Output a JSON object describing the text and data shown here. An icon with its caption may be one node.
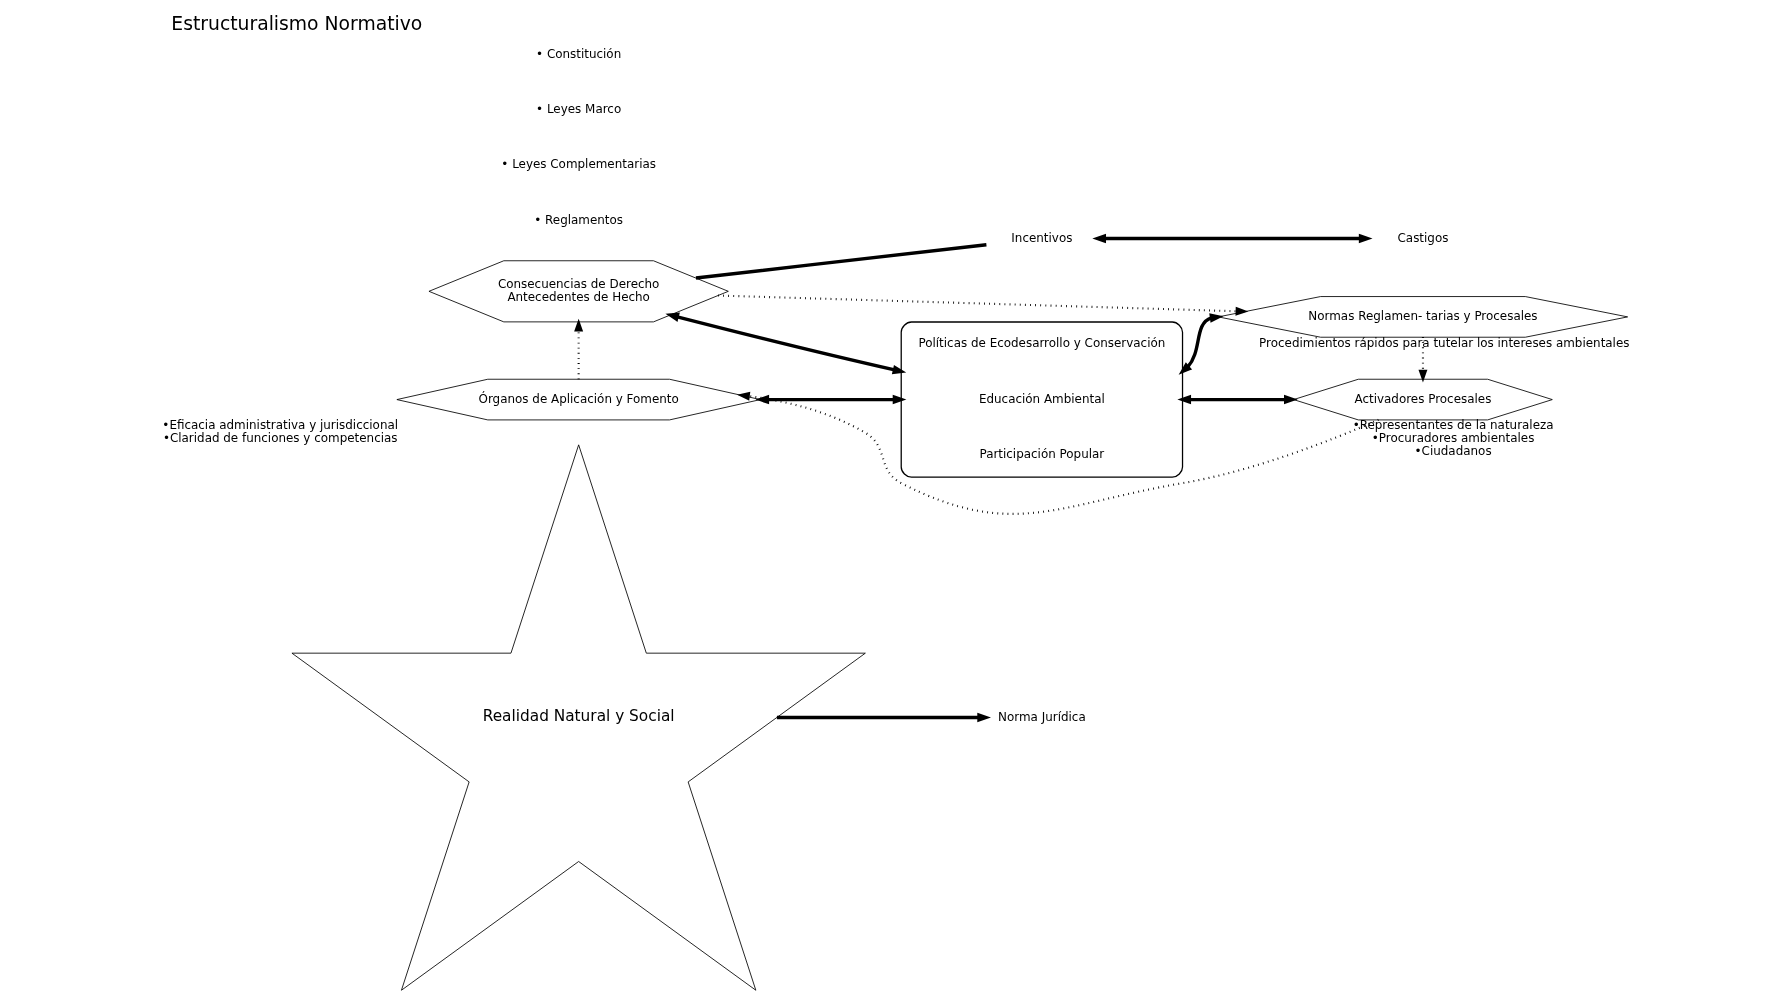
{
  "diagram": {
    "title": "Estructuralismo Normativo",
    "nodes": [
      {
        "text": [
          "Realidad Natural y Social"
        ]
      },
      {
        "text": [
          "Norma Jurídica"
        ]
      },
      {
        "text": [
          "Consecuencias de Derecho",
          "Antecedentes de Hecho"
        ]
      },
      {
        "text": [
          "Incentivos"
        ]
      },
      {
        "text": [
          "Castigos"
        ]
      },
      {
        "text": [
          "Órganos de Aplicación y Fomento"
        ],
        "beside": [
          "•Eficacia administrativa y jurisdiccional",
          "•Claridad de funciones y competencias"
        ]
      },
      {
        "text": [],
        "shape": "box"
      },
      {
        "text": [
          "Políticas de Ecodesarrollo y Conservación"
        ],
        "in": 6
      },
      {
        "text": [
          "Educación Ambiental"
        ],
        "in": 6
      },
      {
        "text": [
          "Participación Popular"
        ],
        "in": 6
      },
      {
        "text": [
          "Activadores Procesales"
        ],
        "beside": [
          "•Representantes de la naturaleza",
          "•Procuradores ambientales",
          "•Ciudadanos"
        ]
      },
      {
        "text": [
          "Normas Reglamen- tarias y Procesales"
        ],
        "beside": [
          "Procedimientos rápidos para tutelar los intereses ambientales"
        ]
      }
    ],
    "edges": [
      {
        "from": 0,
        "to": 1,
        "arrow": "to"
      },
      {
        "from": 3,
        "to": 4,
        "arrow": "both"
      },
      {
        "from": 2,
        "to": 3,
        "arrow": "none"
      },
      {
        "from": 2,
        "to": 6,
        "arrow": "both"
      },
      {
        "from": 6,
        "to": 10,
        "arrow": "both"
      },
      {
        "from": 5,
        "to": 6,
        "arrow": "both"
      },
      {
        "from": 6,
        "to": 11,
        "arrow": "both"
      },
      {
        "from": 5,
        "to": 2,
        "arrow": "to",
        "style": "dashed"
      },
      {
        "from": 2,
        "to": 11,
        "arrow": "to",
        "style": "dashed"
      },
      {
        "from": 11,
        "to": 10,
        "arrow": "to",
        "style": "dashed"
      },
      {
        "from": 10,
        "to": 5,
        "arrow": "to",
        "style": "dashed"
      }
    ],
    "labels": [
      "• Constitución",
      "• Leyes Marco",
      "• Leyes Complementarias",
      "• Reglamentos"
    ]
  }
}
